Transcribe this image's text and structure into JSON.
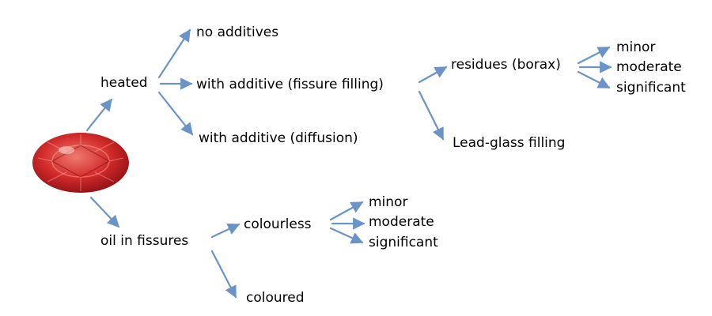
{
  "colors": {
    "arrow": "#6a93c7",
    "text": "#000000",
    "gem_dark": "#8a0f14",
    "gem_mid": "#d12a2a",
    "gem_light": "#f07a6e"
  },
  "image": {
    "subject": "ruby-gemstone"
  },
  "nodes": {
    "heated": "heated",
    "no_additives": "no additives",
    "fissure_filling": "with additive (fissure filling)",
    "diffusion": "with additive (diffusion)",
    "residues": "residues (borax)",
    "residue_minor": "minor",
    "residue_moderate": "moderate",
    "residue_significant": "significant",
    "lead_glass": "Lead-glass filling",
    "oil": "oil in fissures",
    "colourless": "colourless",
    "oil_minor": "minor",
    "oil_moderate": "moderate",
    "oil_significant": "significant",
    "coloured": "coloured"
  }
}
